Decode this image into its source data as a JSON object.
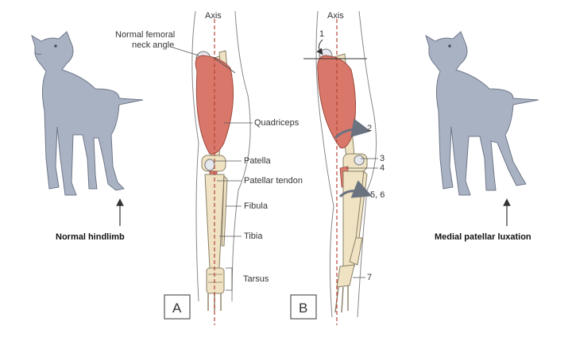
{
  "panel_a": {
    "axis": "Axis",
    "femoral_neck_line1": "Normal femoral",
    "femoral_neck_line2": "neck angle",
    "quadriceps": "Quadriceps",
    "patella": "Patella",
    "patellar_tendon": "Patellar tendon",
    "fibula": "Fibula",
    "tibia": "Tibia",
    "tarsus": "Tarsus",
    "panel_letter": "A"
  },
  "panel_b": {
    "axis": "Axis",
    "n1": "1",
    "n2": "2",
    "n3": "3",
    "n4": "4",
    "n56": "5, 6",
    "n7": "7",
    "panel_letter": "B"
  },
  "captions": {
    "left": "Normal hindlimb",
    "right": "Medial patellar luxation"
  },
  "colors": {
    "muscle": "#d9786a",
    "bone": "#efe3c4",
    "dog": "#a9b2c2",
    "axis": "#b5453a"
  }
}
